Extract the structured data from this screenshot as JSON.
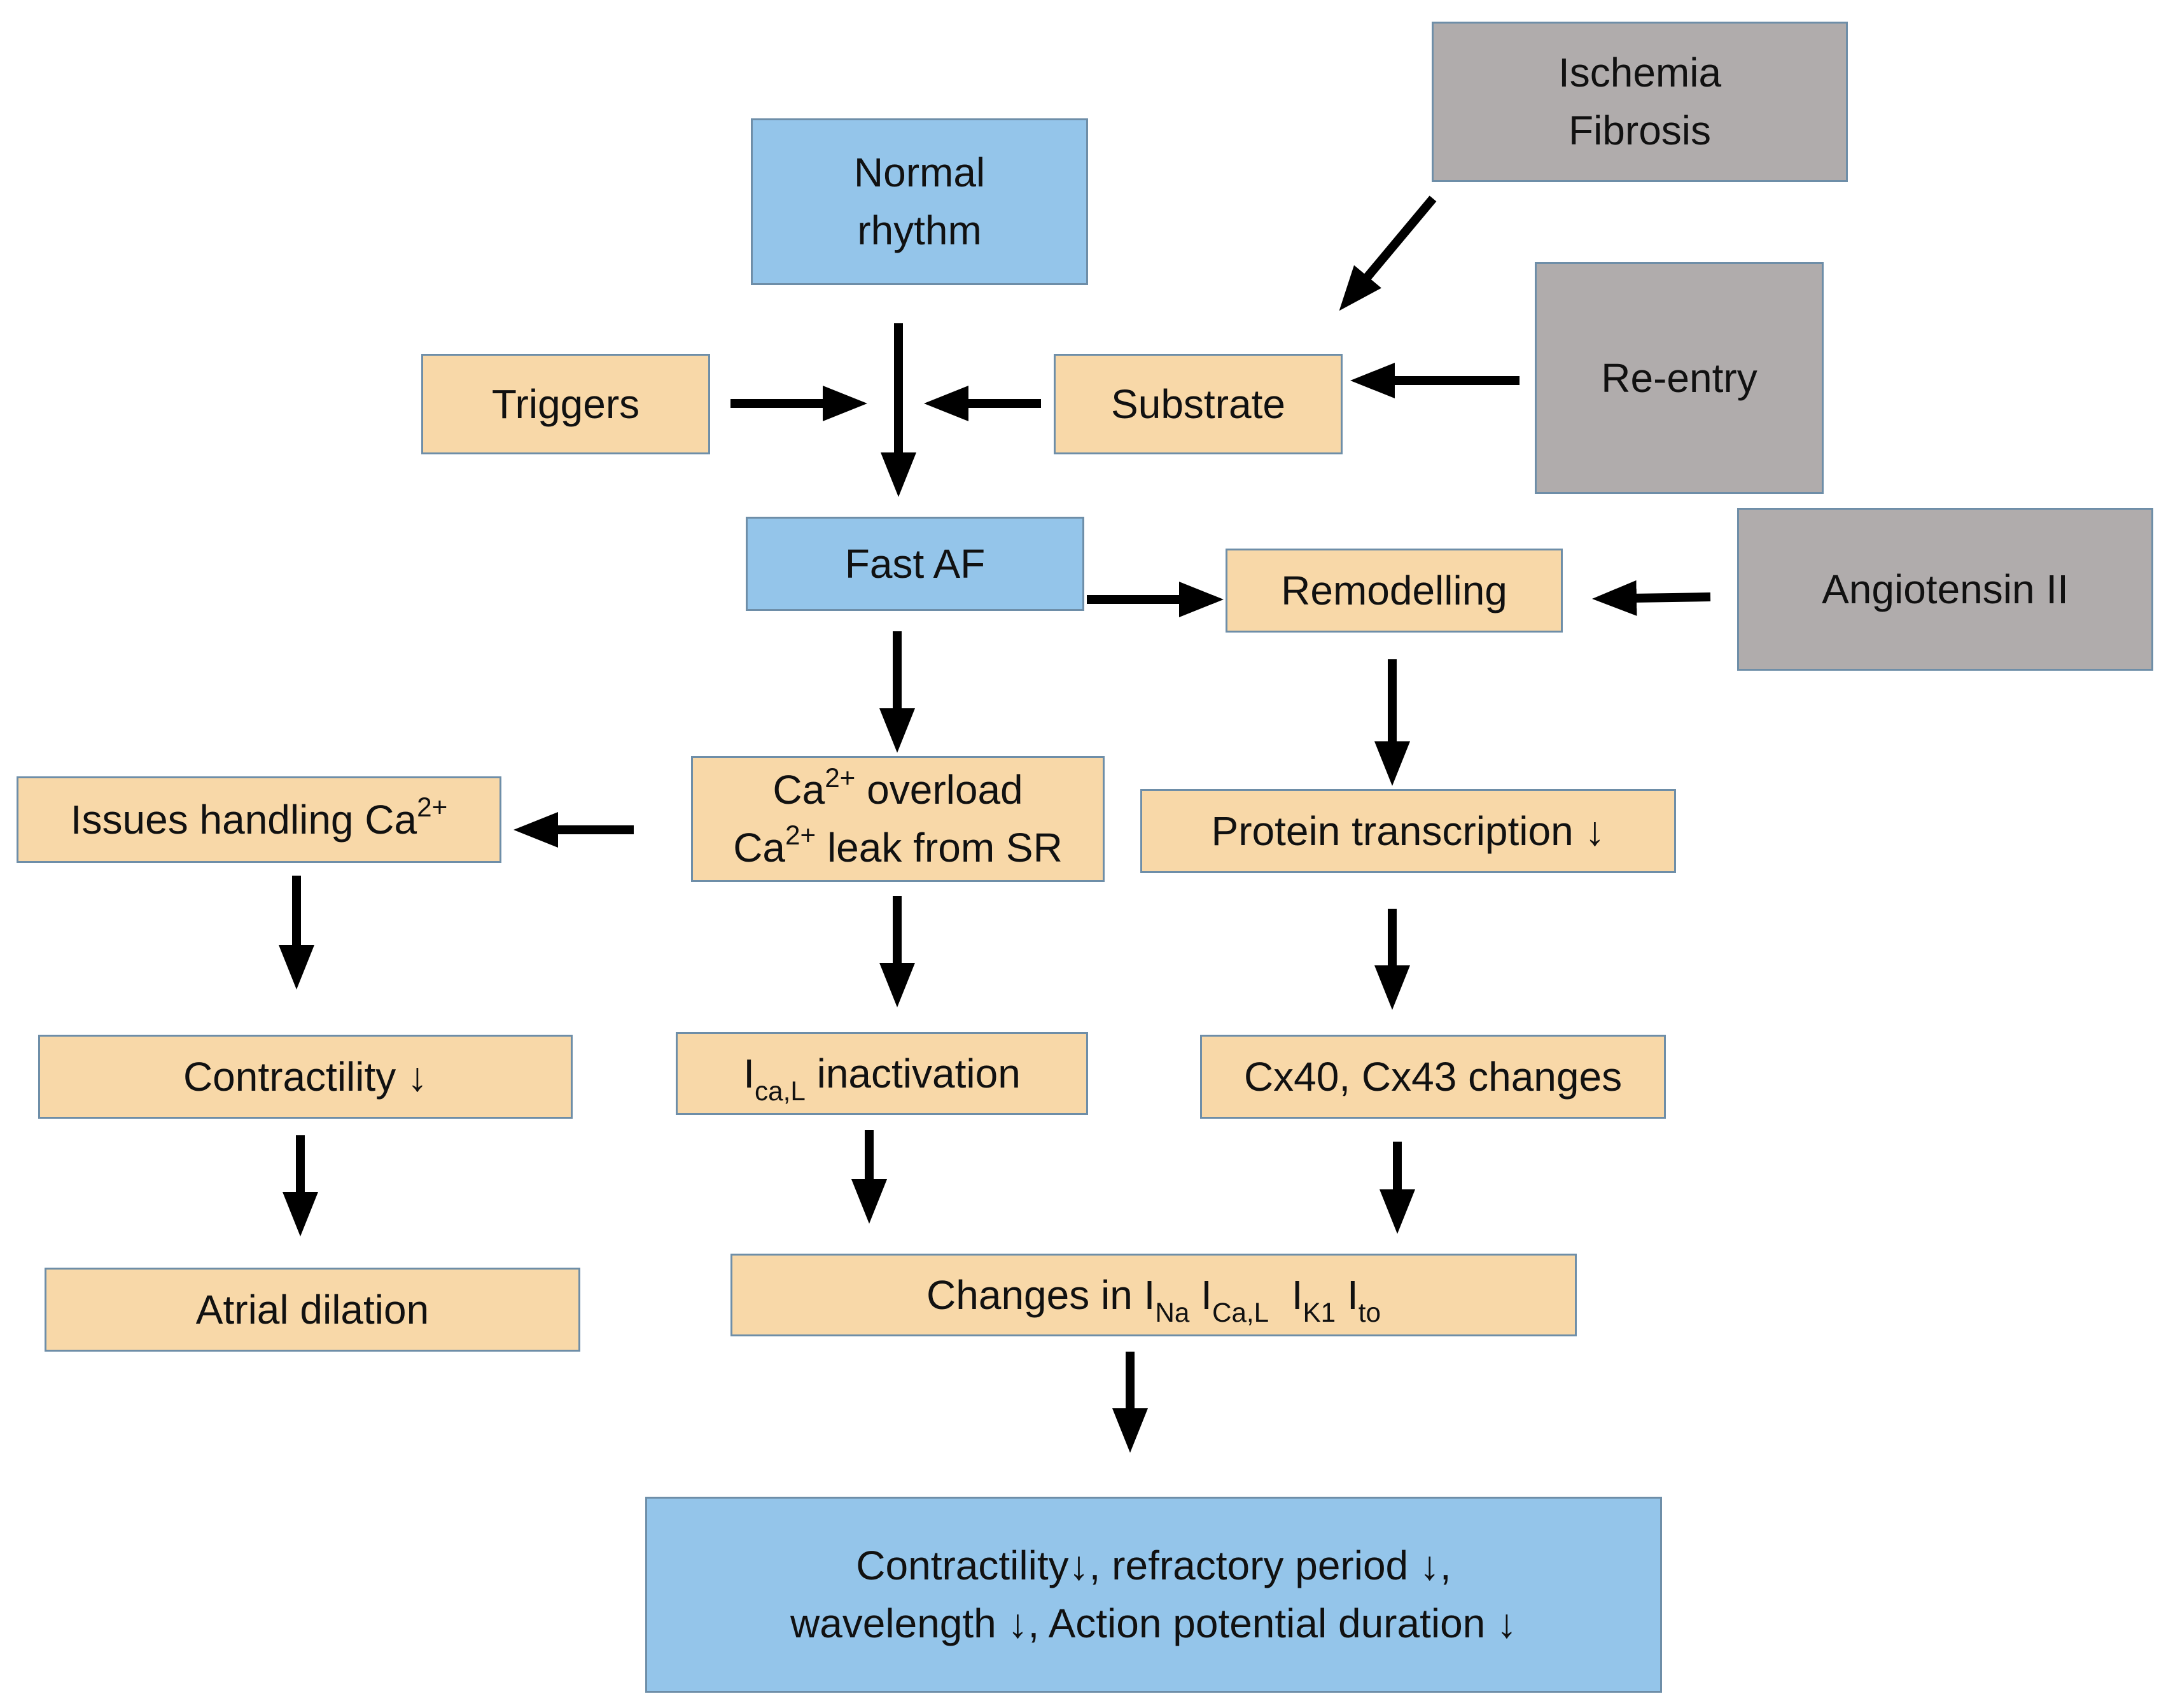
{
  "nodes": {
    "normal_rhythm": [
      "Normal",
      "rhythm"
    ],
    "ischemia_fibrosis": [
      "Ischemia",
      "Fibrosis"
    ],
    "triggers": "Triggers",
    "substrate": "Substrate",
    "reentry": "Re-entry",
    "fast_af": "Fast AF",
    "remodelling": "Remodelling",
    "angiotensin": "Angiotensin II",
    "issues_handling": {
      "text": "Issues handling Ca",
      "sup": "2+"
    },
    "ca_overload": {
      "line1": {
        "base": "Ca",
        "sup": "2+",
        "rest": " overload"
      },
      "line2": {
        "base": "Ca",
        "sup": "2+",
        "rest": " leak from SR"
      }
    },
    "protein_transcription": "Protein transcription ↓",
    "contractility": "Contractility ↓",
    "ica_inactivation": {
      "base": "I",
      "sub": "ca,L",
      "rest": " inactivation"
    },
    "cx_changes": "Cx40, Cx43 changes",
    "atrial_dilation": "Atrial dilation",
    "changes_in": {
      "prefix": "Changes in ",
      "currents": [
        {
          "base": "I",
          "sub": "Na"
        },
        {
          "base": "I",
          "sub": "Ca,L"
        },
        {
          "base": "I",
          "sub": "K1"
        },
        {
          "base": "I",
          "sub": "to"
        }
      ]
    },
    "outcome": [
      "Contractility↓, refractory period ↓,",
      "wavelength ↓, Action potential duration ↓"
    ]
  },
  "colors": {
    "orange": "#f8d8a8",
    "blue": "#94c5ea",
    "grey": "#b0acac",
    "arrow": "#000000"
  }
}
